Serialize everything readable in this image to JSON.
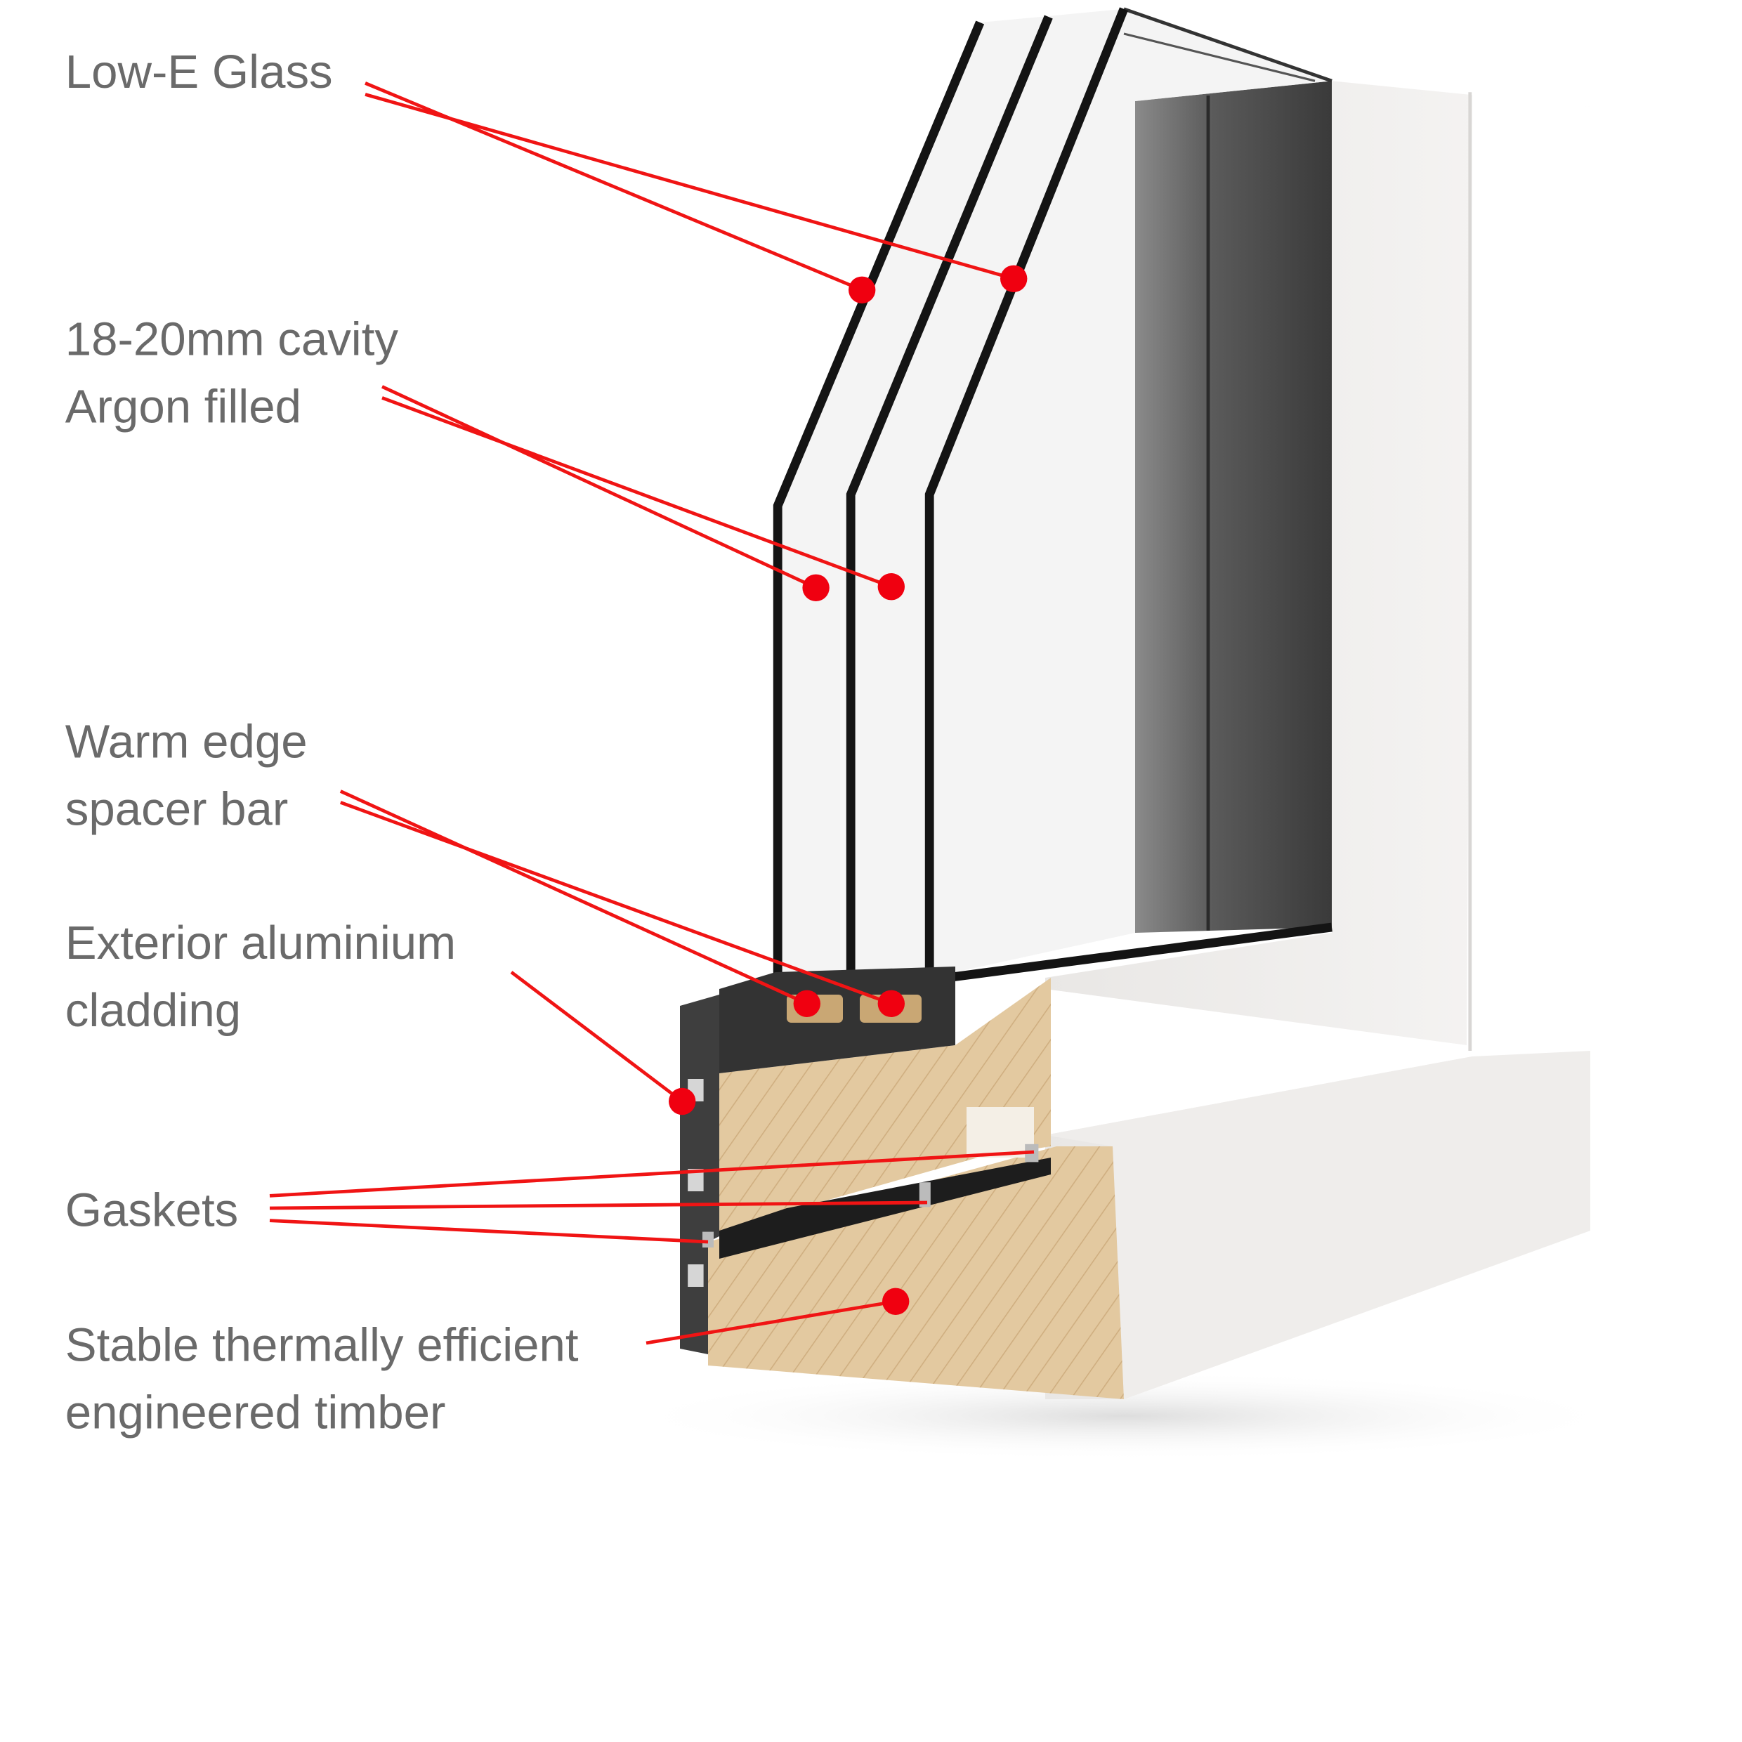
{
  "labels": {
    "low_e_glass": "Low-E Glass",
    "cavity_line1": "18-20mm cavity",
    "cavity_line2": "Argon filled",
    "spacer_line1": "Warm edge",
    "spacer_line2": "spacer bar",
    "cladding_line1": "Exterior aluminium",
    "cladding_line2": "cladding",
    "gaskets": "Gaskets",
    "timber_line1": "Stable thermally efficient",
    "timber_line2": "engineered timber"
  },
  "colors": {
    "leader": "#f01414",
    "label_text": "#6a6a6a",
    "timber": "#e3c9a0",
    "frame": "#f1efed",
    "aluminium": "#3e3e3e"
  }
}
